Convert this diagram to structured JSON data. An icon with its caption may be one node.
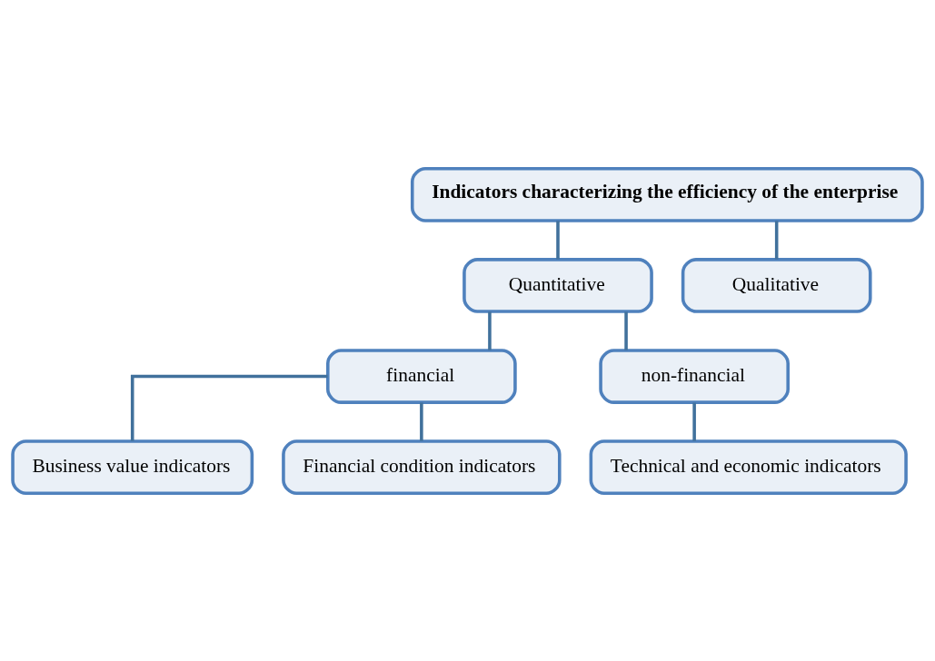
{
  "diagram": {
    "nodes": [
      {
        "text": [
          "Indicators characterizing the efficiency of the enterprise"
        ]
      },
      {
        "text": [
          "Quantitative"
        ]
      },
      {
        "text": [
          "Qualitative"
        ]
      },
      {
        "text": [
          "financial"
        ]
      },
      {
        "text": [
          "non-financial"
        ]
      },
      {
        "text": [
          "Business value indicators"
        ]
      },
      {
        "text": [
          "Financial condition indicators"
        ]
      },
      {
        "text": [
          "Technical and economic indicators"
        ]
      }
    ],
    "edges": [
      {
        "from": 0,
        "to": 1,
        "arrow": "none"
      },
      {
        "from": 0,
        "to": 2,
        "arrow": "none"
      },
      {
        "from": 1,
        "to": 3,
        "arrow": "none"
      },
      {
        "from": 1,
        "to": 4,
        "arrow": "none"
      },
      {
        "from": 3,
        "to": 5,
        "arrow": "none"
      },
      {
        "from": 3,
        "to": 6,
        "arrow": "none"
      },
      {
        "from": 4,
        "to": 7,
        "arrow": "none"
      }
    ]
  }
}
